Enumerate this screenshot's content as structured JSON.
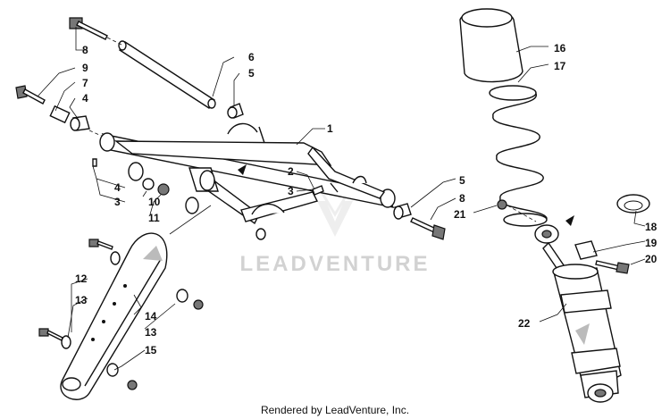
{
  "watermark": "LEADVENTURE",
  "credit": "Rendered by LeadVenture, Inc.",
  "callouts": {
    "c8a": "8",
    "c9": "9",
    "c7": "7",
    "c4a": "4",
    "c6": "6",
    "c5a": "5",
    "c1": "1",
    "c2": "2",
    "c3a": "3",
    "c4b": "4",
    "c3b": "3",
    "c10": "10",
    "c11": "11",
    "c5b": "5",
    "c8b": "8",
    "c21": "21",
    "c16": "16",
    "c17": "17",
    "c18": "18",
    "c19": "19",
    "c20": "20",
    "c22": "22",
    "c12": "12",
    "c13a": "13",
    "c14": "14",
    "c13b": "13",
    "c15": "15"
  }
}
